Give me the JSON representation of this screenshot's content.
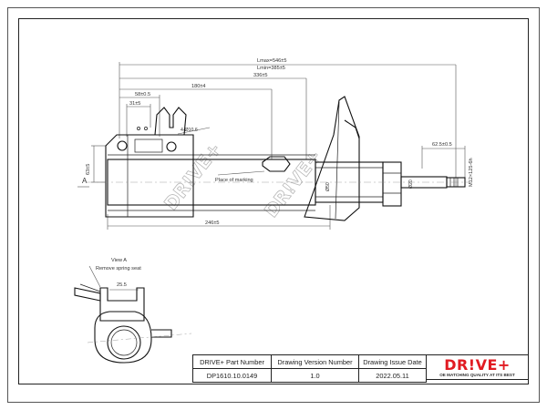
{
  "drawing": {
    "dimensions": {
      "lmax": "Lmax=546±5",
      "lmin": "Lmin=385±5",
      "stroke": "336±5",
      "length_180": "180±4",
      "length_58": "58±0.5",
      "length_31": "31±5",
      "hole": "4-Ø10.6",
      "height_63": "63±5",
      "spring_seat": "Place of marking",
      "rod_len": "62.5±0.5",
      "thread": "M12×125-6h",
      "body_len": "246±5",
      "dia_50": "Ø50",
      "dia_20": "Ø20",
      "label_a": "A",
      "view_a": "View A",
      "remove_seat": "Remove spring seat",
      "view_dim": "25.5"
    },
    "watermark": "DR!VE+"
  },
  "title_block": {
    "headers": [
      "DRIVE+ Part Number",
      "Drawing Version  Number",
      "Drawing Issue Date"
    ],
    "values": [
      "DP1610.10.0149",
      "1.0",
      "2022.05.11"
    ]
  },
  "logo": {
    "text": "DR!VE+",
    "tagline": "OE MATCHING QUALITY AT ITS BEST",
    "brand_color": "#e11b22"
  }
}
